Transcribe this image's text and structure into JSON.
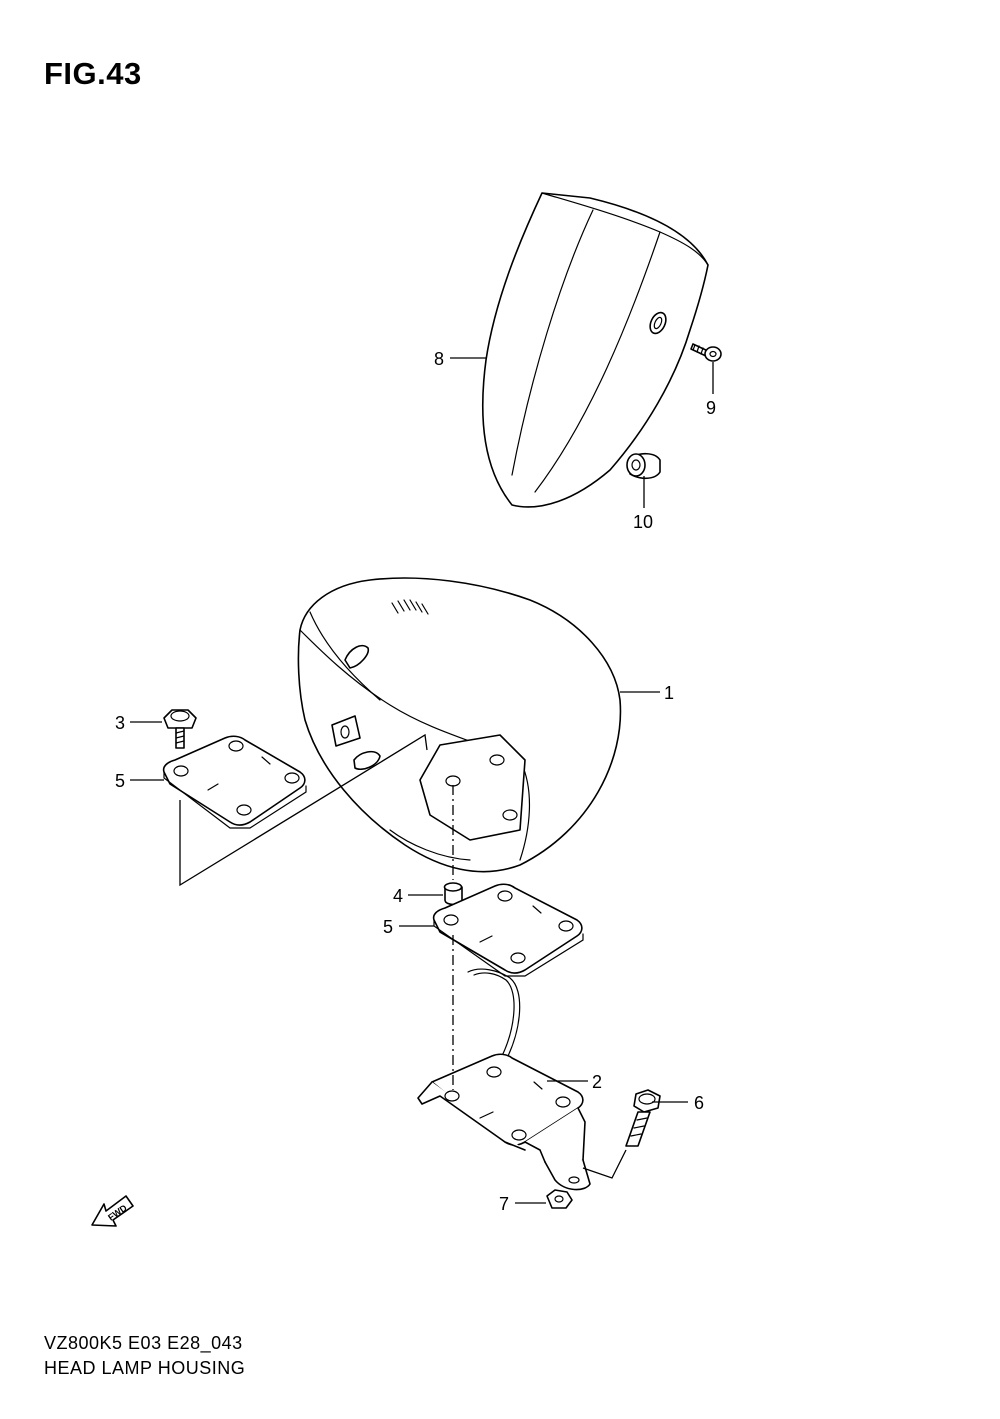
{
  "figure": {
    "title": "FIG.43"
  },
  "footer": {
    "model_code": "VZ800K5 E03 E28_043",
    "part_group": "HEAD LAMP HOUSING"
  },
  "fwd_label": "FWD",
  "callouts": {
    "c1": "1",
    "c2": "2",
    "c3": "3",
    "c4": "4",
    "c5a": "5",
    "c5b": "5",
    "c6": "6",
    "c7": "7",
    "c8": "8",
    "c9": "9",
    "c10": "10"
  }
}
